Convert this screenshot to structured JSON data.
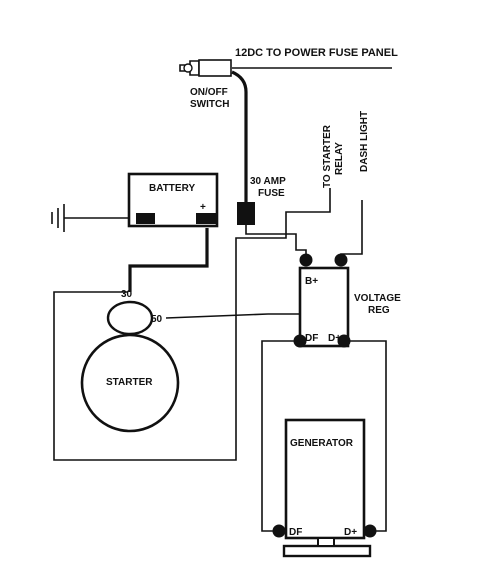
{
  "labels": {
    "power_fuse_panel": "12DC TO POWER FUSE PANEL",
    "switch_line1": "ON/OFF",
    "switch_line2": "SWITCH",
    "fuse_line1": "30 AMP",
    "fuse_line2": "FUSE",
    "battery": "BATTERY",
    "battery_plus": "+",
    "starter_relay_line1": "TO STARTER",
    "starter_relay_line2": "RELAY",
    "dash_light": "DASH LIGHT",
    "b_plus": "B+",
    "voltage_reg_line1": "VOLTAGE",
    "voltage_reg_line2": "REG",
    "reg_df": "DF",
    "reg_d_plus": "D+",
    "terminal_30": "30",
    "terminal_50": "50",
    "starter": "STARTER",
    "generator": "GENERATOR",
    "gen_df": "DF",
    "gen_d_plus": "D+"
  },
  "colors": {
    "line": "#111111",
    "background": "#ffffff"
  },
  "icons": [
    "ignition-key-icon",
    "ground-symbol-icon"
  ]
}
